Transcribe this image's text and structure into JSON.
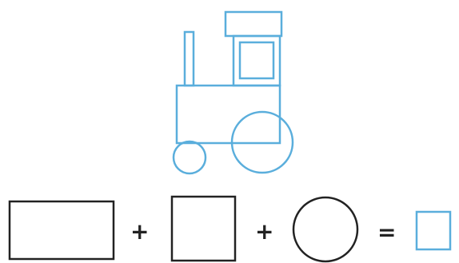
{
  "colors": {
    "train_stroke": "#5aaedc",
    "shape_stroke": "#222222",
    "answer_box_stroke": "#5aaedc"
  },
  "equation": {
    "plus_1": "+",
    "plus_2": "+",
    "equals": "="
  },
  "shapes": {
    "term_1": "rectangle",
    "term_2": "square",
    "term_3": "circle",
    "answer": "empty-square"
  }
}
